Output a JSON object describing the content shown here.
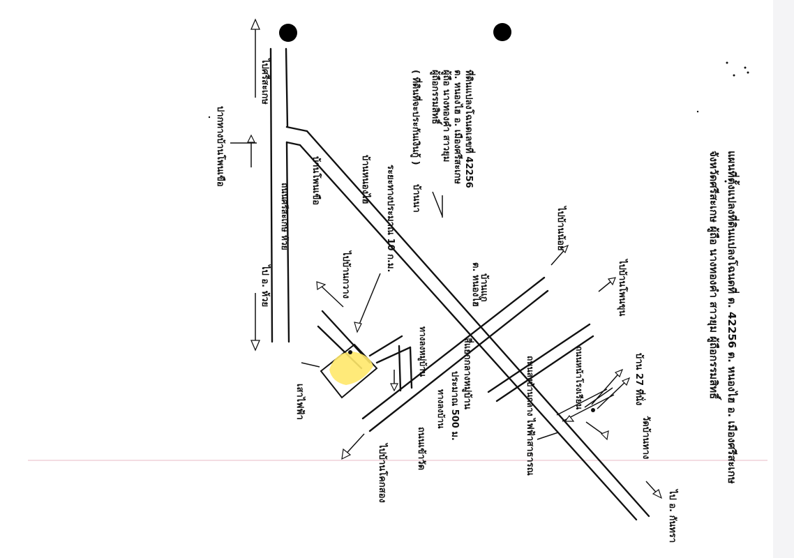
{
  "header": {
    "line1": "แผนที่ตั้งแปลงที่ดินแปลงโฉนดที่ ต. 42256 ต. หนองไฮ อ. เมืองศรีสะเกษ",
    "line2": "จังหวัดศรีสะเกษ  ผู้ถือ นางทองคำ สาวยุม ผู้ถือกรรมสิทธิ์"
  },
  "parcel_note": {
    "line1": "ที่ดินแปลงโฉนดเลขที่ 42256",
    "line2": "ต. หนองไฮ อ. เมืองศรีสะเกษ",
    "line3": "ผู้ถือ นางทองคำ สาวยุม",
    "line4": "ผู้ถือกรรมสิทธิ์",
    "line5": "( ที่ดินที่จะประกันเงินกู้ )"
  },
  "labels": {
    "to_sisaket": "ไปศรีสะเกษ",
    "ban_pho_nakhon": "ปากทางบ้านโพนเขือ",
    "road_sisaket_huai": "ถนนศรีสะเกษ ห้วย",
    "to_huai": "ไป อ. ห้วย",
    "ban_pho": "บ้านโพนเขือ",
    "ban_nong_hai": "บ้านหนองไฮ",
    "distance_10km": "ระยะทางประมาณ 10 ก.ม.",
    "ban_na": "บ้านนา",
    "to_ban_noi": "ไปบ้านน้อย",
    "to_ban_kwao": "ไปบ้านกวาง",
    "ban_kae": "บ้านแก",
    "t_nong_hai": "ต. หนองไฮ",
    "crossroads": "สี่แยกกลางหมู่บ้าน",
    "approx_500m": "ประมาณ 500 ม.",
    "to_ban_phon_khun": "ไปบ้านโพนขุน",
    "ban_27_house": "บ้าน 27 ที่นั่ง",
    "electric_pole": "เสาไฟฟ้า",
    "to_ban_khok": "ไปบ้านโคกสอง",
    "temple_road": "ถนนเข้าวัด",
    "village_road": "ทางลงหมู่บ้าน",
    "path_road": "ทางลงบ้าน",
    "school_road": "ถนนหน้าโรงเรียน",
    "wat_sang": "วัดบ้านทาง",
    "electric_line": "ไฟฟ้าสาธารณ",
    "main_road": "ถนนลงบ้านกลาง",
    "to_kanthar": "ไป อ. กันทรา"
  },
  "colors": {
    "parcel_highlight": "#ffe86a",
    "ink": "#111111",
    "stray_mark": "#8b4ba6"
  }
}
